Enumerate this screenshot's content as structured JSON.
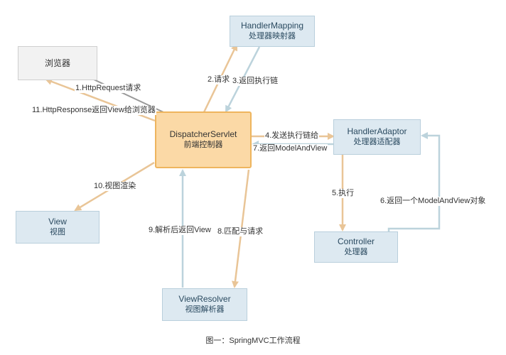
{
  "nodes": {
    "browser": {
      "line1": "浏览器"
    },
    "handler_mapping": {
      "line1": "HandlerMapping",
      "line2": "处理器映射器"
    },
    "dispatcher": {
      "line1": "DispatcherServlet",
      "line2": "前端控制器"
    },
    "handler_adaptor": {
      "line1": "HandlerAdaptor",
      "line2": "处理器适配器"
    },
    "view": {
      "line1": "View",
      "line2": "视图"
    },
    "controller": {
      "line1": "Controller",
      "line2": "处理器"
    },
    "view_resolver": {
      "line1": "ViewResolver",
      "line2": "视图解析器"
    }
  },
  "edges": {
    "e1": "1.HttpRequest请求",
    "e2": "2.请求",
    "e3": "3.返回执行链",
    "e4": "4.发送执行链给",
    "e5": "5.执行",
    "e6": "6.返回一个ModelAndView对象",
    "e7": "7.返回ModelAndView",
    "e8": "8.匹配与请求",
    "e9": "9.解析后返回View",
    "e10": "10.视图渲染",
    "e11": "11.HttpResponse返回View给浏览器"
  },
  "caption": "图一：SpringMVC工作流程",
  "colors": {
    "orange_line": "#e9c597",
    "blue_line": "#bcd3dc",
    "grey_line": "#9a9a9a"
  }
}
